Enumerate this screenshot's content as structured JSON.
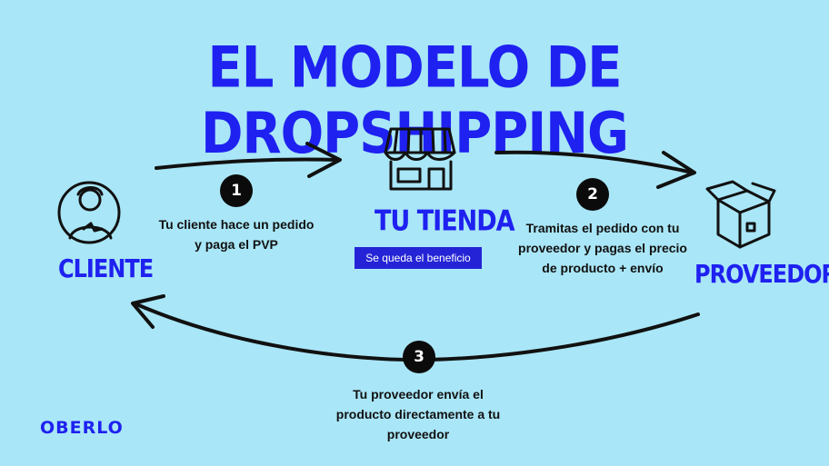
{
  "title": "EL MODELO DE DROPSHIPPING",
  "nodes": {
    "client": "CLIENTE",
    "store": "TU TIENDA",
    "supplier": "PROVEEDOR"
  },
  "store_badge": "Se queda el beneficio",
  "steps": [
    {
      "number": "1",
      "line1": "Tu cliente hace un pedido",
      "line2": "y paga el PVP",
      "line3": ""
    },
    {
      "number": "2",
      "line1": "Tramitas el pedido con tu",
      "line2": "proveedor y pagas el precio",
      "line3": "de producto + envío"
    },
    {
      "number": "3",
      "line1": "Tu proveedor envía el",
      "line2": "producto directamente a tu",
      "line3": "proveedor"
    }
  ],
  "brand": "OBERLO",
  "colors": {
    "background": "#a9e6f7",
    "accent": "#1e21f0",
    "badge": "#0b0b0b"
  }
}
